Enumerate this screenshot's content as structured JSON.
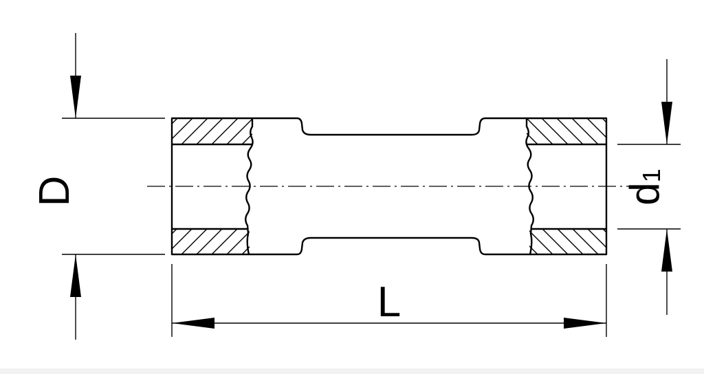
{
  "dimensions": {
    "outer_diameter_label": "D",
    "length_label": "L",
    "inner_diameter_label": "d",
    "inner_diameter_subscript": "1"
  },
  "colors": {
    "line": "#000000",
    "background": "#ffffff"
  }
}
